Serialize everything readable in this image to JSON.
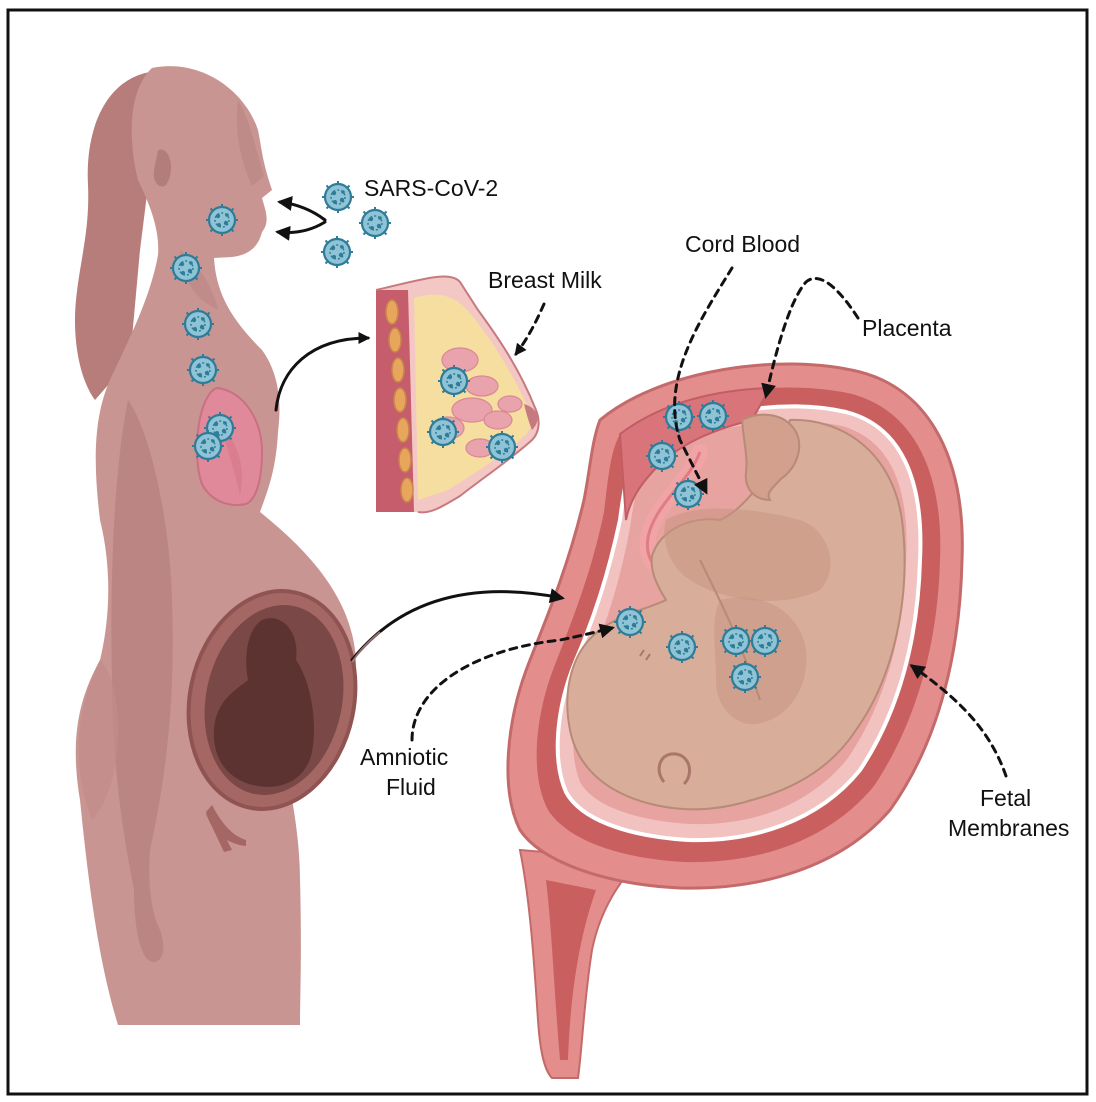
{
  "labels": {
    "virus": "SARS-CoV-2",
    "breast_milk": "Breast Milk",
    "cord_blood": "Cord Blood",
    "placenta": "Placenta",
    "amniotic_line1": "Amniotic",
    "amniotic_line2": "Fluid",
    "fetal_line1": "Fetal",
    "fetal_line2": "Membranes"
  },
  "colors": {
    "body_skin": "#c99592",
    "body_shadow": "#b77e7c",
    "hair": "#b67d7b",
    "lung": "#e0899a",
    "uterus_wall": "#e38e8d",
    "uterus_inner": "#c9605f",
    "fetus_skin": "#d8ad99",
    "fetus_shadow": "#c39482",
    "virus_fill": "#8fc4d6",
    "virus_stroke": "#2f7c98",
    "breast_fat": "#f6dda0",
    "breast_gland": "#e9a3ad",
    "arrow": "#111111"
  },
  "icons": [
    "virus-icon",
    "woman-silhouette",
    "breast-cross-section",
    "uterus-cross-section",
    "fetus",
    "lungs"
  ]
}
